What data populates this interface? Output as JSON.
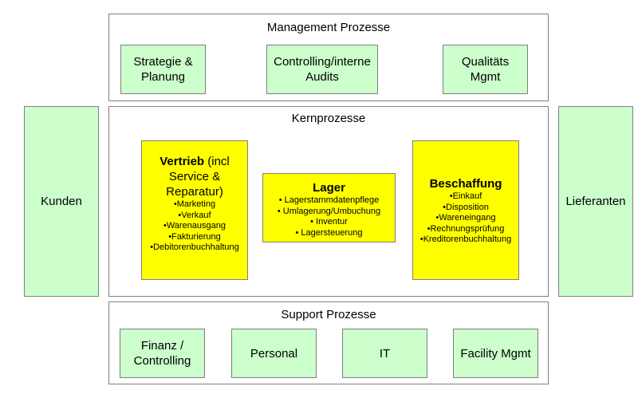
{
  "management": {
    "title": "Management Prozesse",
    "boxes": [
      {
        "line1": "Strategie &",
        "line2": "Planung"
      },
      {
        "line1": "Controlling/interne",
        "line2": "Audits"
      },
      {
        "line1": "Qualitäts",
        "line2": "Mgmt"
      }
    ]
  },
  "core": {
    "title": "Kernprozesse",
    "vertrieb": {
      "title_bold": "Vertrieb",
      "title_rest": " (incl",
      "title_line2": "Service &",
      "title_line3": "Reparatur)",
      "items": [
        "•Marketing",
        "•Verkauf",
        "•Warenausgang",
        "•Fakturierung",
        "•Debitorenbuchhaltung"
      ]
    },
    "lager": {
      "title": "Lager",
      "items": [
        "• Lagerstammdatenpflege",
        "• Umlagerung/Umbuchung",
        "• Inventur",
        "• Lagersteuerung"
      ]
    },
    "beschaffung": {
      "title": "Beschaffung",
      "items": [
        "•Einkauf",
        "•Disposition",
        "•Wareneingang",
        "•Rechnungsprüfung",
        "•Kreditorenbuchhaltung"
      ]
    }
  },
  "side": {
    "left": "Kunden",
    "right": "Lieferanten"
  },
  "support": {
    "title": "Support Prozesse",
    "boxes": [
      {
        "line1": "Finanz /",
        "line2": "Controlling"
      },
      {
        "line1": "Personal",
        "line2": ""
      },
      {
        "line1": "IT",
        "line2": ""
      },
      {
        "line1": "Facility Mgmt",
        "line2": ""
      }
    ]
  },
  "colors": {
    "box_fill": "#ccffcc",
    "core_fill": "#ffff00",
    "border": "#808080"
  }
}
